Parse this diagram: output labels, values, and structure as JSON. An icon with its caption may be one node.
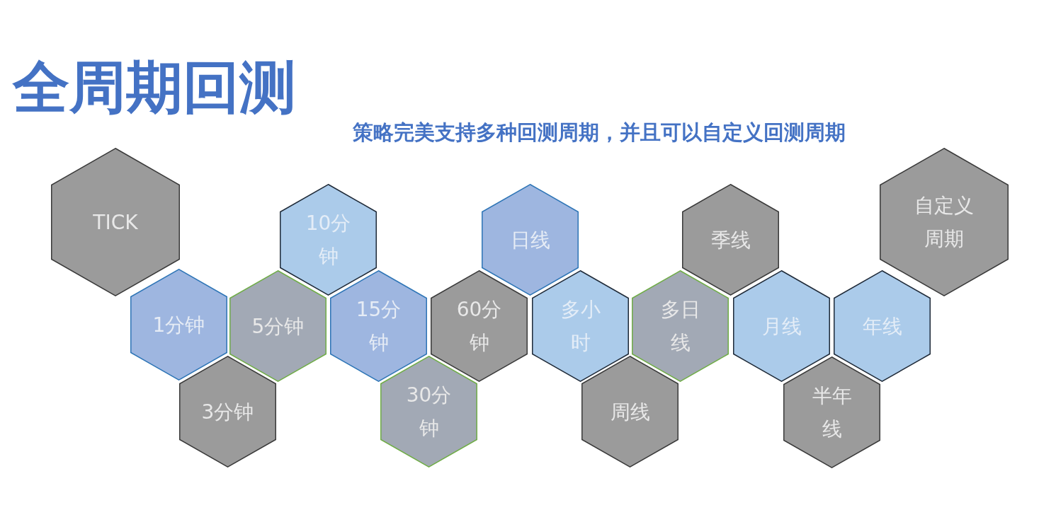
{
  "diagram": {
    "title": "全周期回测",
    "nodes": [
      {
        "text": [
          "TICK"
        ]
      },
      {
        "text": [
          "1分钟"
        ]
      },
      {
        "text": [
          "3分钟"
        ]
      },
      {
        "text": [
          "5分钟"
        ]
      },
      {
        "text": [
          "10分钟"
        ]
      },
      {
        "text": [
          "15分钟"
        ]
      },
      {
        "text": [
          "30分钟"
        ]
      },
      {
        "text": [
          "60分钟"
        ]
      },
      {
        "text": [
          "日线"
        ]
      },
      {
        "text": [
          "多小时"
        ]
      },
      {
        "text": [
          "周线"
        ]
      },
      {
        "text": [
          "多日线"
        ]
      },
      {
        "text": [
          "季线"
        ]
      },
      {
        "text": [
          "月线"
        ]
      },
      {
        "text": [
          "半年线"
        ]
      },
      {
        "text": [
          "年线"
        ]
      },
      {
        "text": [
          "自定义周期"
        ]
      }
    ],
    "labels": [
      "策略完美支持多种回测周期，并且可以自定义回测周期"
    ]
  }
}
